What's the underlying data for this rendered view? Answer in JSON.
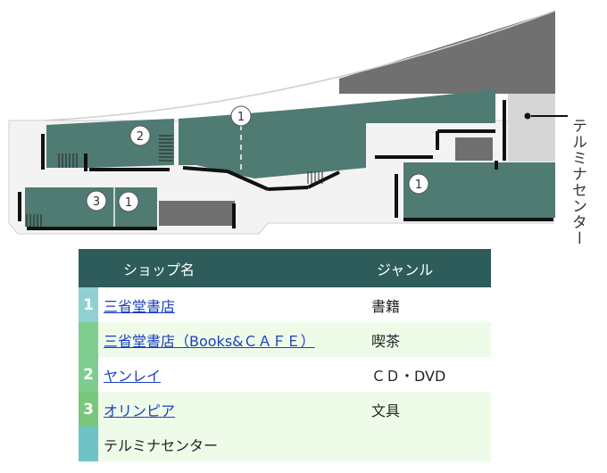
{
  "map": {
    "markers": [
      "1",
      "2",
      "1",
      "3",
      "1"
    ],
    "side_label": "テルミナセンター"
  },
  "table": {
    "headers": {
      "shop": "ショップ名",
      "genre": "ジャンル"
    },
    "rows": [
      {
        "floor": "1",
        "name": "三省堂書店",
        "genre": "書籍",
        "link": true
      },
      {
        "floor": "",
        "name": "三省堂書店（Books&ＣＡＦＥ）",
        "genre": "喫茶",
        "link": true
      },
      {
        "floor": "2",
        "name": "ヤンレイ",
        "genre": "ＣＤ・DVD",
        "link": true
      },
      {
        "floor": "3",
        "name": "オリンピア",
        "genre": "文具",
        "link": true
      },
      {
        "floor": "",
        "name": "テルミナセンター",
        "genre": "",
        "link": false
      }
    ]
  },
  "colors": {
    "shop_area": "#4f7b72",
    "header": "#2e5c5b",
    "floor_1": "#8fd0d2",
    "floor_2": "#7fcc8f",
    "floor_3": "#79c67c",
    "floor_other": "#6fc3c6",
    "row_alt": "#eefbe9"
  }
}
